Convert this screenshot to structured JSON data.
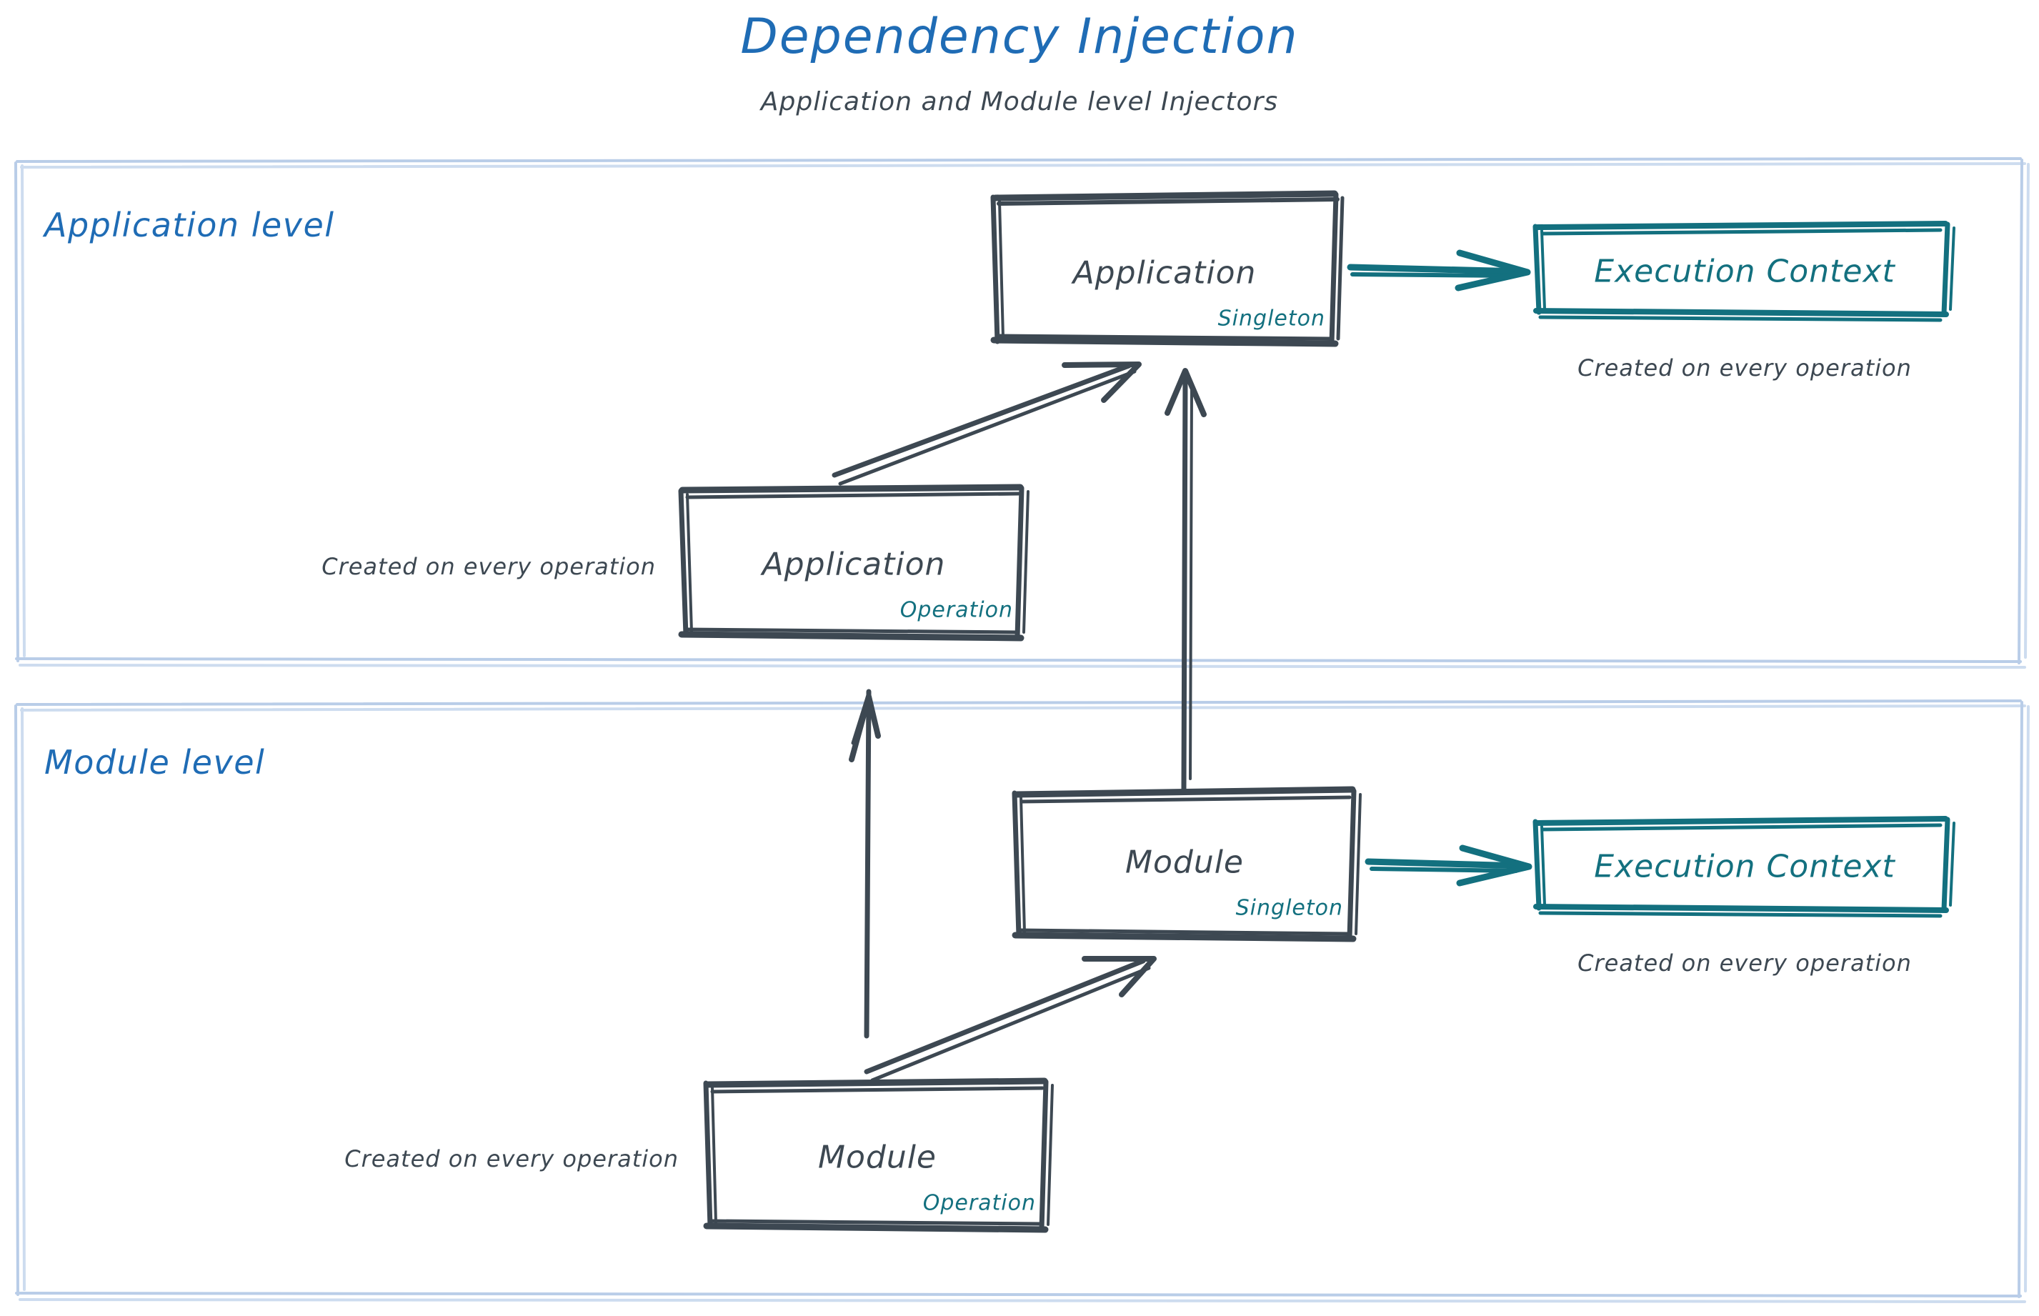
{
  "header": {
    "title": "Dependency Injection",
    "subtitle": "Application and Module level Injectors"
  },
  "colors": {
    "title_blue": "#1f6cb5",
    "panel_border_blue": "#b9cde8",
    "node_stroke": "#3d4852",
    "accent_teal": "#13707f",
    "note_gray": "#3d4852",
    "background": "#ffffff"
  },
  "panels": [
    {
      "id": "application-level",
      "label": "Application level"
    },
    {
      "id": "module-level",
      "label": "Module level"
    }
  ],
  "nodes": {
    "application_singleton": {
      "title": "Application",
      "scope": "Singleton"
    },
    "application_operation": {
      "title": "Application",
      "scope": "Operation",
      "note": "Created on every operation"
    },
    "application_execution_context": {
      "title": "Execution Context",
      "note": "Created on every operation"
    },
    "module_singleton": {
      "title": "Module",
      "scope": "Singleton"
    },
    "module_operation": {
      "title": "Module",
      "scope": "Operation",
      "note": "Created on every operation"
    },
    "module_execution_context": {
      "title": "Execution Context",
      "note": "Created on every operation"
    }
  },
  "edges": [
    {
      "from": "application_singleton",
      "to": "application_execution_context",
      "style": "teal-arrow"
    },
    {
      "from": "application_operation",
      "to": "application_singleton",
      "style": "gray-arrow-diagonal"
    },
    {
      "from": "module_singleton",
      "to": "application_singleton",
      "style": "gray-arrow-vertical"
    },
    {
      "from": "module_operation",
      "to": "application_operation",
      "style": "gray-arrow-vertical"
    },
    {
      "from": "module_operation",
      "to": "module_singleton",
      "style": "gray-arrow-diagonal"
    },
    {
      "from": "module_singleton",
      "to": "module_execution_context",
      "style": "teal-arrow"
    }
  ]
}
